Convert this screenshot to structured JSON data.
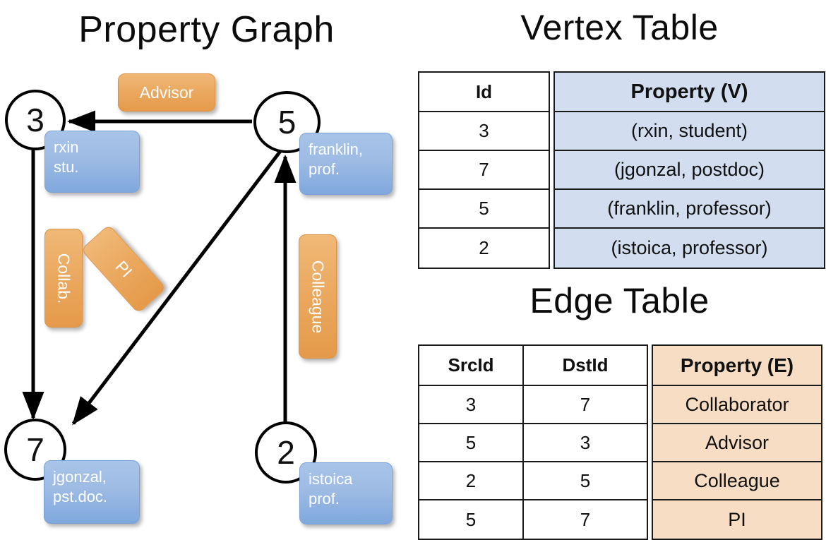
{
  "titles": {
    "property_graph": "Property Graph",
    "vertex_table": "Vertex Table",
    "edge_table": "Edge Table"
  },
  "graph": {
    "vertices": [
      {
        "id": "3",
        "property": "rxin\nstu.",
        "line1": "rxin",
        "line2": "stu."
      },
      {
        "id": "5",
        "property": "franklin,\nprof.",
        "line1": "franklin,",
        "line2": "prof."
      },
      {
        "id": "7",
        "property": "jgonzal,\npst.doc.",
        "line1": "jgonzal,",
        "line2": "pst.doc."
      },
      {
        "id": "2",
        "property": "istoica\nprof.",
        "line1": "istoica",
        "line2": "prof."
      }
    ],
    "edge_labels": [
      {
        "label": "Advisor",
        "from": "5",
        "to": "3"
      },
      {
        "label": "Collab.",
        "from": "3",
        "to": "7"
      },
      {
        "label": "PI",
        "from": "5",
        "to": "7"
      },
      {
        "label": "Colleague",
        "from": "2",
        "to": "5"
      }
    ]
  },
  "vertex_table": {
    "headers": [
      "Id",
      "Property (V)"
    ],
    "rows": [
      {
        "id": "3",
        "property": "(rxin, student)"
      },
      {
        "id": "7",
        "property": "(jgonzal, postdoc)"
      },
      {
        "id": "5",
        "property": "(franklin, professor)"
      },
      {
        "id": "2",
        "property": "(istoica, professor)"
      }
    ]
  },
  "edge_table": {
    "headers": [
      "SrcId",
      "DstId",
      "Property (E)"
    ],
    "rows": [
      {
        "src": "3",
        "dst": "7",
        "property": "Collaborator"
      },
      {
        "src": "5",
        "dst": "3",
        "property": "Advisor"
      },
      {
        "src": "2",
        "dst": "5",
        "property": "Colleague"
      },
      {
        "src": "5",
        "dst": "7",
        "property": "PI"
      }
    ]
  },
  "colors": {
    "vertex_property_blue": "#9dbbe4",
    "edge_label_orange": "#eaa85e",
    "vertex_table_highlight": "#d2deef",
    "edge_table_highlight": "#f7ddc3",
    "stroke": "#000000"
  }
}
